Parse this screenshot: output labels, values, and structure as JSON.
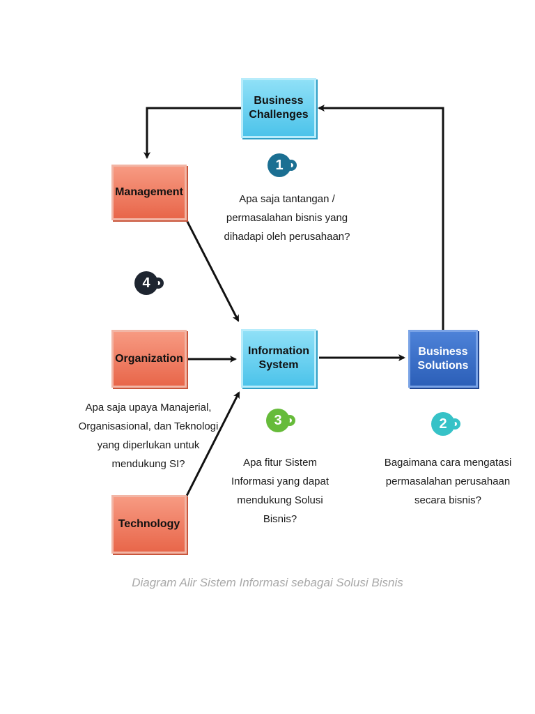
{
  "nodes": {
    "business_challenges": "Business Challenges",
    "management": "Management",
    "organization": "Organization",
    "technology": "Technology",
    "information_system": "Information System",
    "business_solutions": "Business Solutions"
  },
  "badges": {
    "one": "1",
    "two": "2",
    "three": "3",
    "four": "4"
  },
  "questions": {
    "q1": "Apa saja tantangan / permasalahan bisnis yang dihadapi oleh perusahaan?",
    "q2": "Bagaimana cara mengatasi permasalahan perusahaan secara bisnis?",
    "q3": "Apa fitur Sistem Informasi yang dapat mendukung Solusi Bisnis?",
    "q4": "Apa saja upaya Manajerial, Organisasional, dan Teknologi yang diperlukan untuk mendukung SI?"
  },
  "caption": "Diagram Alir Sistem Informasi sebagai Solusi Bisnis",
  "colors": {
    "badge_one": "#1b6f92",
    "badge_two": "#36c2c7",
    "badge_three": "#66bb3a",
    "badge_four": "#1e2530",
    "arrow": "#111111"
  }
}
